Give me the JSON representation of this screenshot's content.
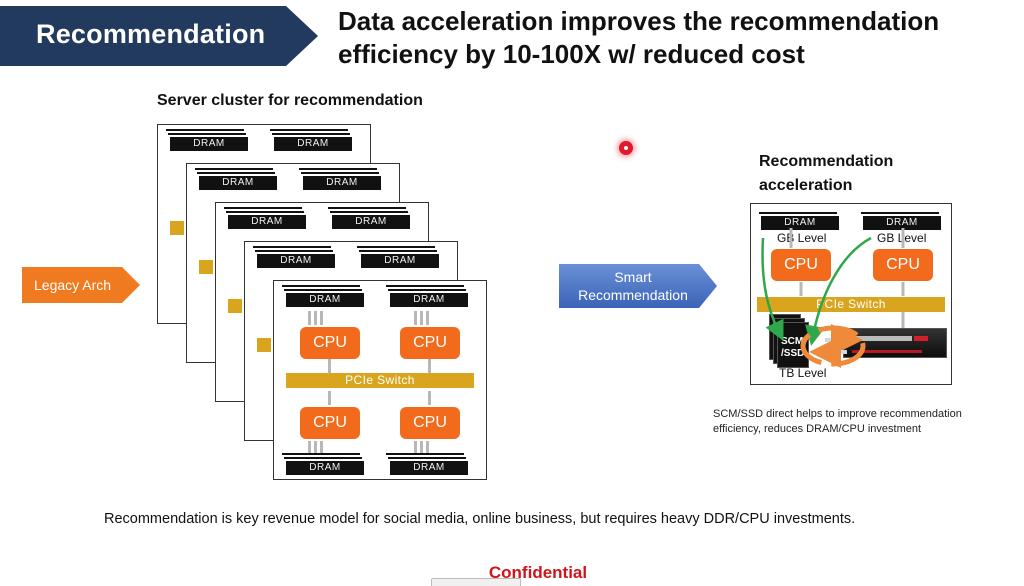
{
  "banner": {
    "label": "Recommendation"
  },
  "headline": {
    "line1": "Data acceleration improves the recommendation",
    "line2": "efficiency by 10-100X w/ reduced cost"
  },
  "cluster": {
    "title": "Server cluster for recommendation",
    "dram_label": "DRAM",
    "cpu_label": "CPU",
    "pcie_label": "PCIe Switch",
    "server_count": 5
  },
  "legacy": {
    "label": "Legacy Arch",
    "color": "#ef7a1f"
  },
  "smart": {
    "line1": "Smart",
    "line2": "Recommendation",
    "color": "#4a72c4"
  },
  "acceleration": {
    "title_line1": "Recommendation",
    "title_line2": "acceleration",
    "dram_label": "DRAM",
    "gb_label": "GB Level",
    "cpu_label": "CPU",
    "pcie_label": "PCIe Switch",
    "scm_line1": "SCM",
    "scm_line2": "/SSD",
    "tb_label": "TB Level"
  },
  "accel_note": {
    "line1": "SCM/SSD direct helps to improve recommendation",
    "line2": "efficiency, reduces DRAM/CPU investment"
  },
  "footer": "Recommendation is key revenue model for social media, online business, but requires heavy DDR/CPU investments.",
  "confidential": "Confidential",
  "colors": {
    "navy": "#223a5e",
    "cpu_orange": "#f26b1d",
    "pcie_gold": "#d9a51e",
    "green_arrow": "#2ea84a",
    "red": "#d0141b"
  }
}
